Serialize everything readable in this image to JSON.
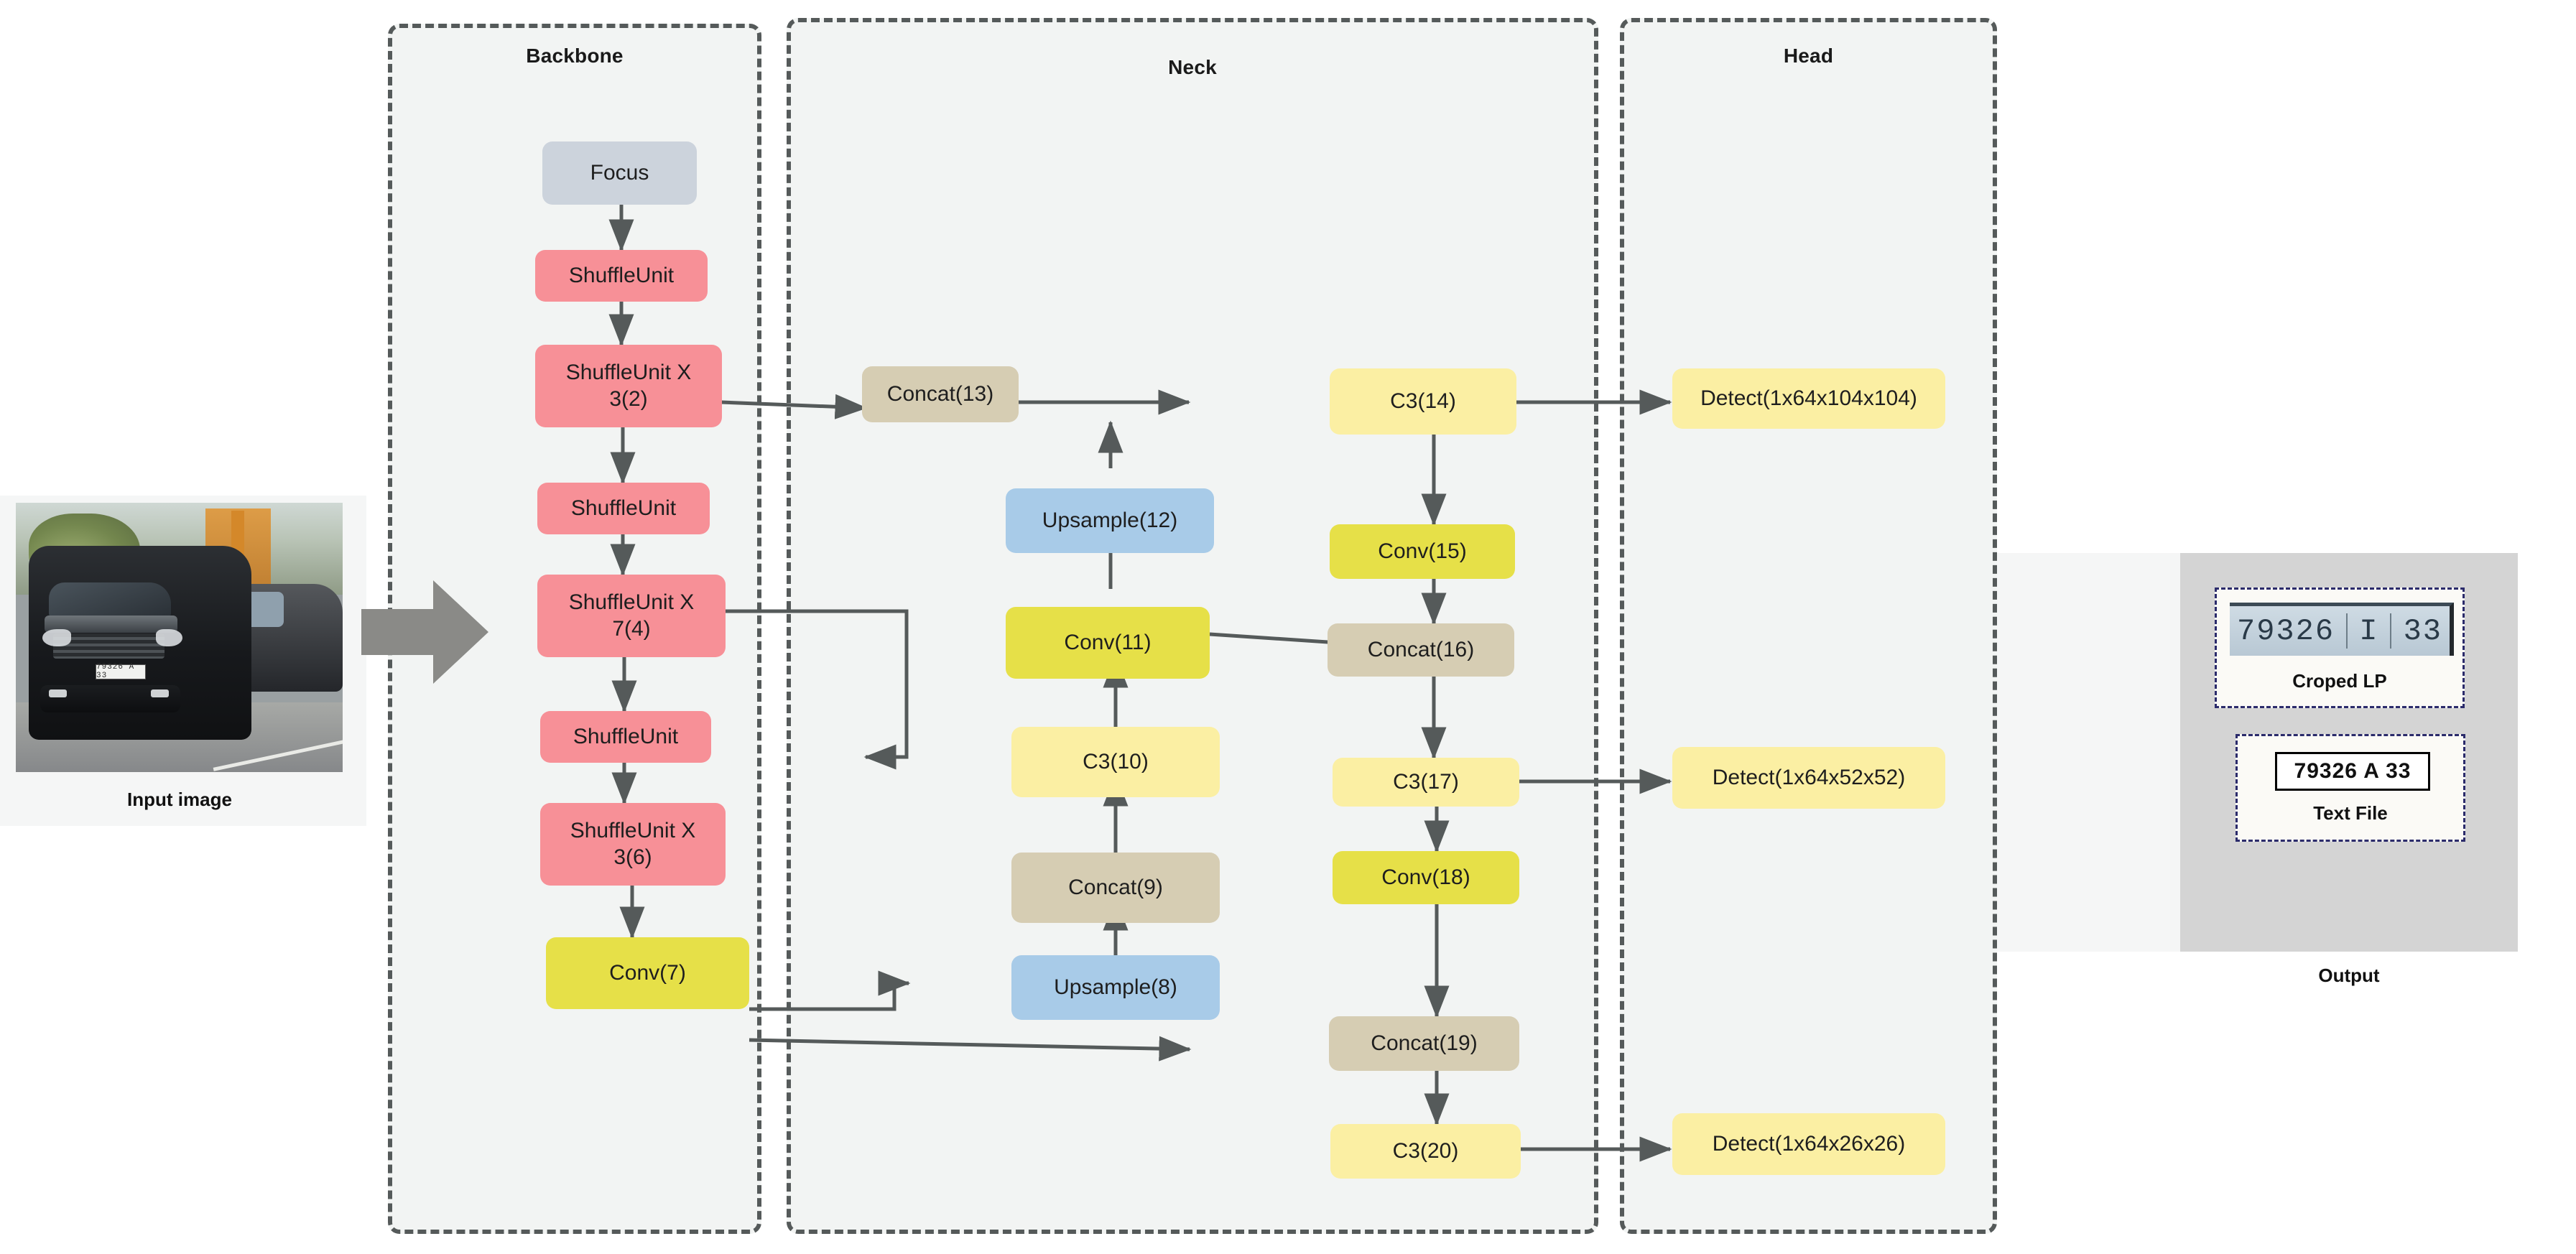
{
  "panels": [
    {
      "id": "backbone",
      "title": "Backbone"
    },
    {
      "id": "neck",
      "title": "Neck"
    },
    {
      "id": "head",
      "title": "Head"
    }
  ],
  "input": {
    "caption": "Input image",
    "plate_text": "79326 A 33"
  },
  "output": {
    "caption": "Output",
    "cropped_lp": {
      "caption": "Croped  LP",
      "segments": [
        "79326",
        "I",
        "33"
      ]
    },
    "text_file": {
      "caption": "Text File",
      "value": "79326 A 33"
    }
  },
  "backbone_nodes": [
    {
      "id": "focus",
      "label": "Focus",
      "color": "#ccd3dc"
    },
    {
      "id": "shuffle1",
      "label": "ShuffleUnit",
      "color": "#f79097"
    },
    {
      "id": "shuffle2",
      "label": "ShuffleUnit X\n3(2)",
      "color": "#f79097"
    },
    {
      "id": "shuffle3",
      "label": "ShuffleUnit",
      "color": "#f79097"
    },
    {
      "id": "shuffle4",
      "label": "ShuffleUnit X\n7(4)",
      "color": "#f79097"
    },
    {
      "id": "shuffle5",
      "label": "ShuffleUnit",
      "color": "#f79097"
    },
    {
      "id": "shuffle6",
      "label": "ShuffleUnit X\n3(6)",
      "color": "#f79097"
    },
    {
      "id": "conv7",
      "label": "Conv(7)",
      "color": "#e6e048"
    }
  ],
  "neck_nodes": [
    {
      "id": "upsample8",
      "label": "Upsample(8)",
      "color": "#a8cbe8"
    },
    {
      "id": "concat9",
      "label": "Concat(9)",
      "color": "#d6cdb3"
    },
    {
      "id": "c3_10",
      "label": "C3(10)",
      "color": "#fbefa3"
    },
    {
      "id": "conv11",
      "label": "Conv(11)",
      "color": "#e6e048"
    },
    {
      "id": "upsample12",
      "label": "Upsample(12)",
      "color": "#a8cbe8"
    },
    {
      "id": "concat13",
      "label": "Concat(13)",
      "color": "#d6cdb3"
    },
    {
      "id": "c3_14",
      "label": "C3(14)",
      "color": "#fbefa3"
    },
    {
      "id": "conv15",
      "label": "Conv(15)",
      "color": "#e6e048"
    },
    {
      "id": "concat16",
      "label": "Concat(16)",
      "color": "#d6cdb3"
    },
    {
      "id": "c3_17",
      "label": "C3(17)",
      "color": "#fbefa3"
    },
    {
      "id": "conv18",
      "label": "Conv(18)",
      "color": "#e6e048"
    },
    {
      "id": "concat19",
      "label": "Concat(19)",
      "color": "#d6cdb3"
    },
    {
      "id": "c3_20",
      "label": "C3(20)",
      "color": "#fbefa3"
    }
  ],
  "head_nodes": [
    {
      "id": "detect104",
      "label": "Detect(1x64x104x104)",
      "color": "#fbefa3"
    },
    {
      "id": "detect52",
      "label": "Detect(1x64x52x52)",
      "color": "#fbefa3"
    },
    {
      "id": "detect26",
      "label": "Detect(1x64x26x26)",
      "color": "#fbefa3"
    }
  ],
  "colors": {
    "panel_bg": "#f2f4f3",
    "panel_border": "#555a5a",
    "wire": "#555a5a",
    "big_arrow": "#8a8a87",
    "output_bg": "#d4d4d4"
  }
}
